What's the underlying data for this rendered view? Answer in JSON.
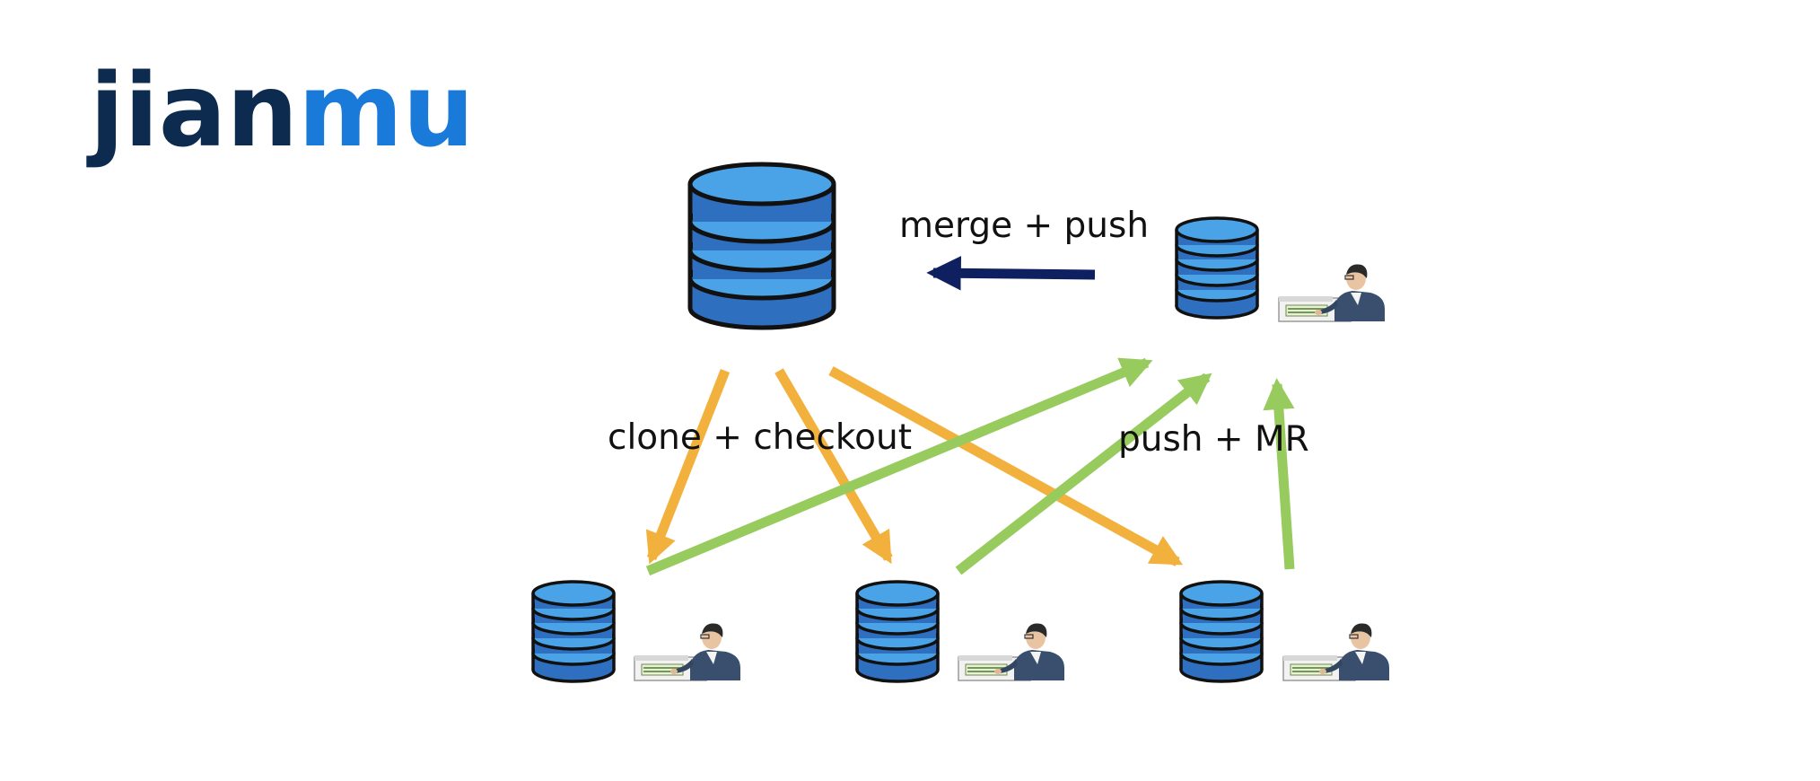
{
  "logo": {
    "part1": "jian",
    "part2": "mu",
    "color1": "#0d2b4e",
    "color2": "#1a7ad9"
  },
  "labels": {
    "merge_push": "merge + push",
    "clone_checkout": "clone + checkout",
    "push_mr": "push + MR"
  },
  "colors": {
    "db_fill": "#2f6fc0",
    "db_top": "#4aa3e6",
    "db_stroke": "#111111",
    "clone_arrow": "#f2b13c",
    "push_arrow": "#97cb5d",
    "merge_arrow": "#0f2060"
  },
  "icons": {
    "central_repo": "database-icon",
    "local_repo": "database-icon",
    "developer": "developer-at-computer-icon"
  }
}
